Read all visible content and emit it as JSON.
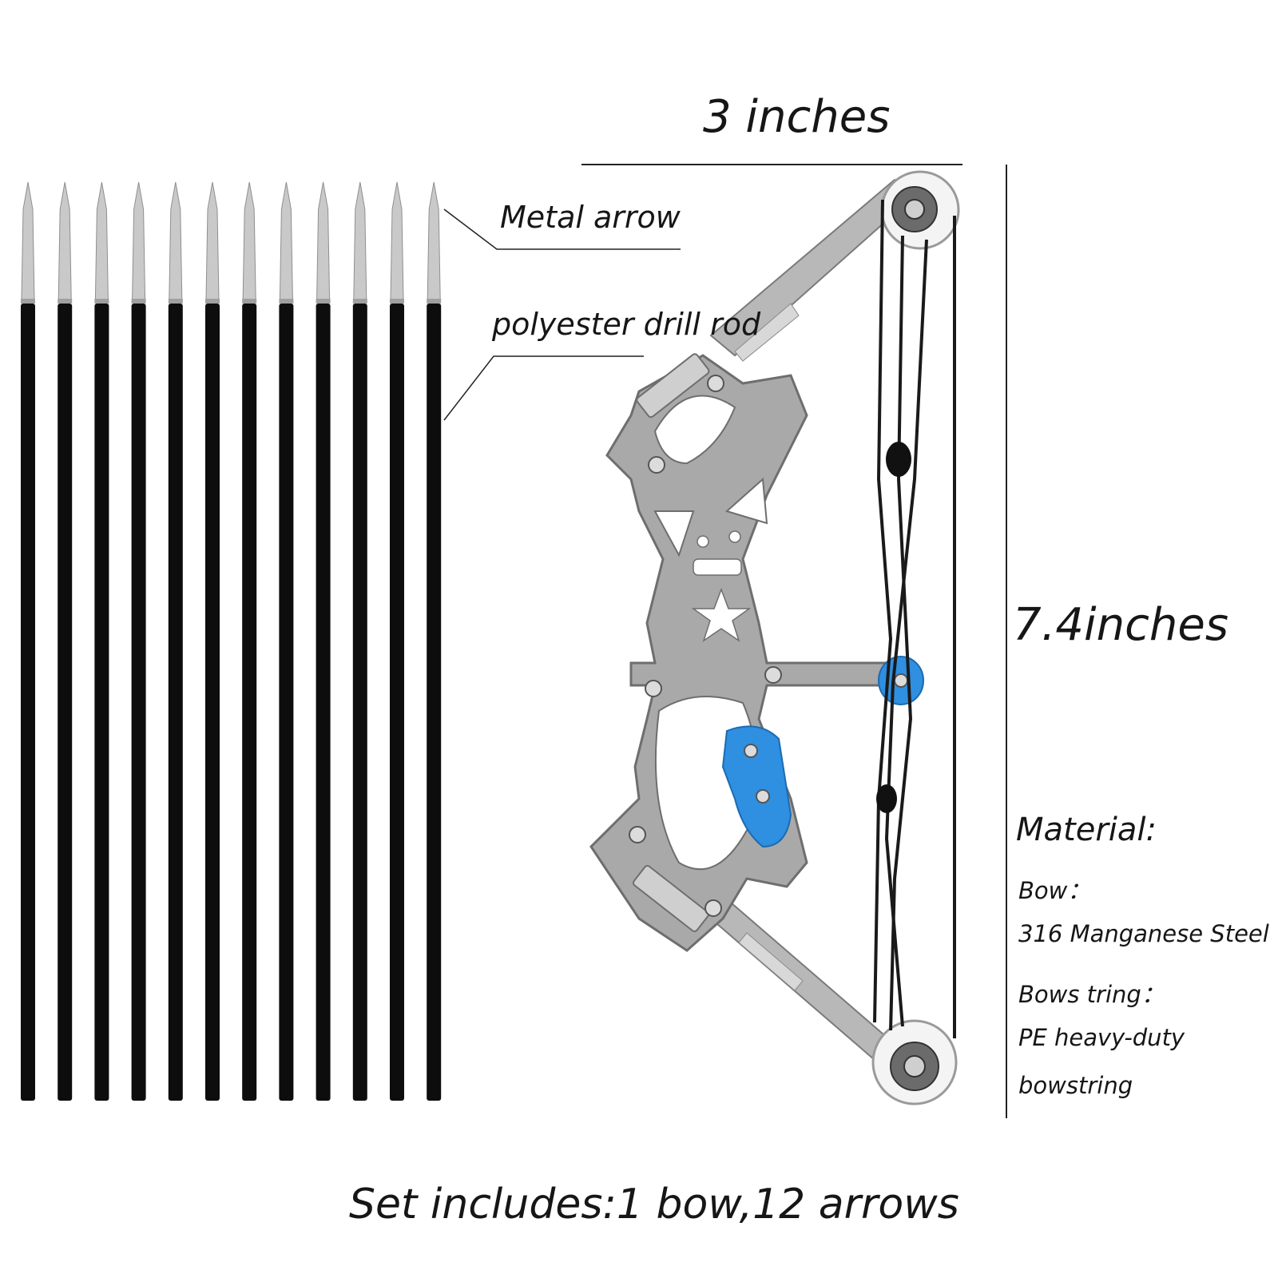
{
  "image": {
    "background": "#ffffff",
    "accent_colors": {
      "steel": "#a8a8a8",
      "blue_parts": "#2f8fe0",
      "shaft": "#0d0d0d",
      "string": "#1a1a1a"
    }
  },
  "arrows": {
    "count": 12
  },
  "labels": {
    "width_dim": "3 inches",
    "height_dim": "7.4inches",
    "metal_arrow": "Metal arrow",
    "drill_rod": "polyester drill rod",
    "set_includes": "Set includes:1 bow,12 arrows"
  },
  "material": {
    "heading": "Material:",
    "bow_label": "Bow：",
    "bow_value": "316 Manganese Steel",
    "string_label": "Bows tring：",
    "string_value_line1": "PE heavy-duty",
    "string_value_line2": "bowstring"
  }
}
